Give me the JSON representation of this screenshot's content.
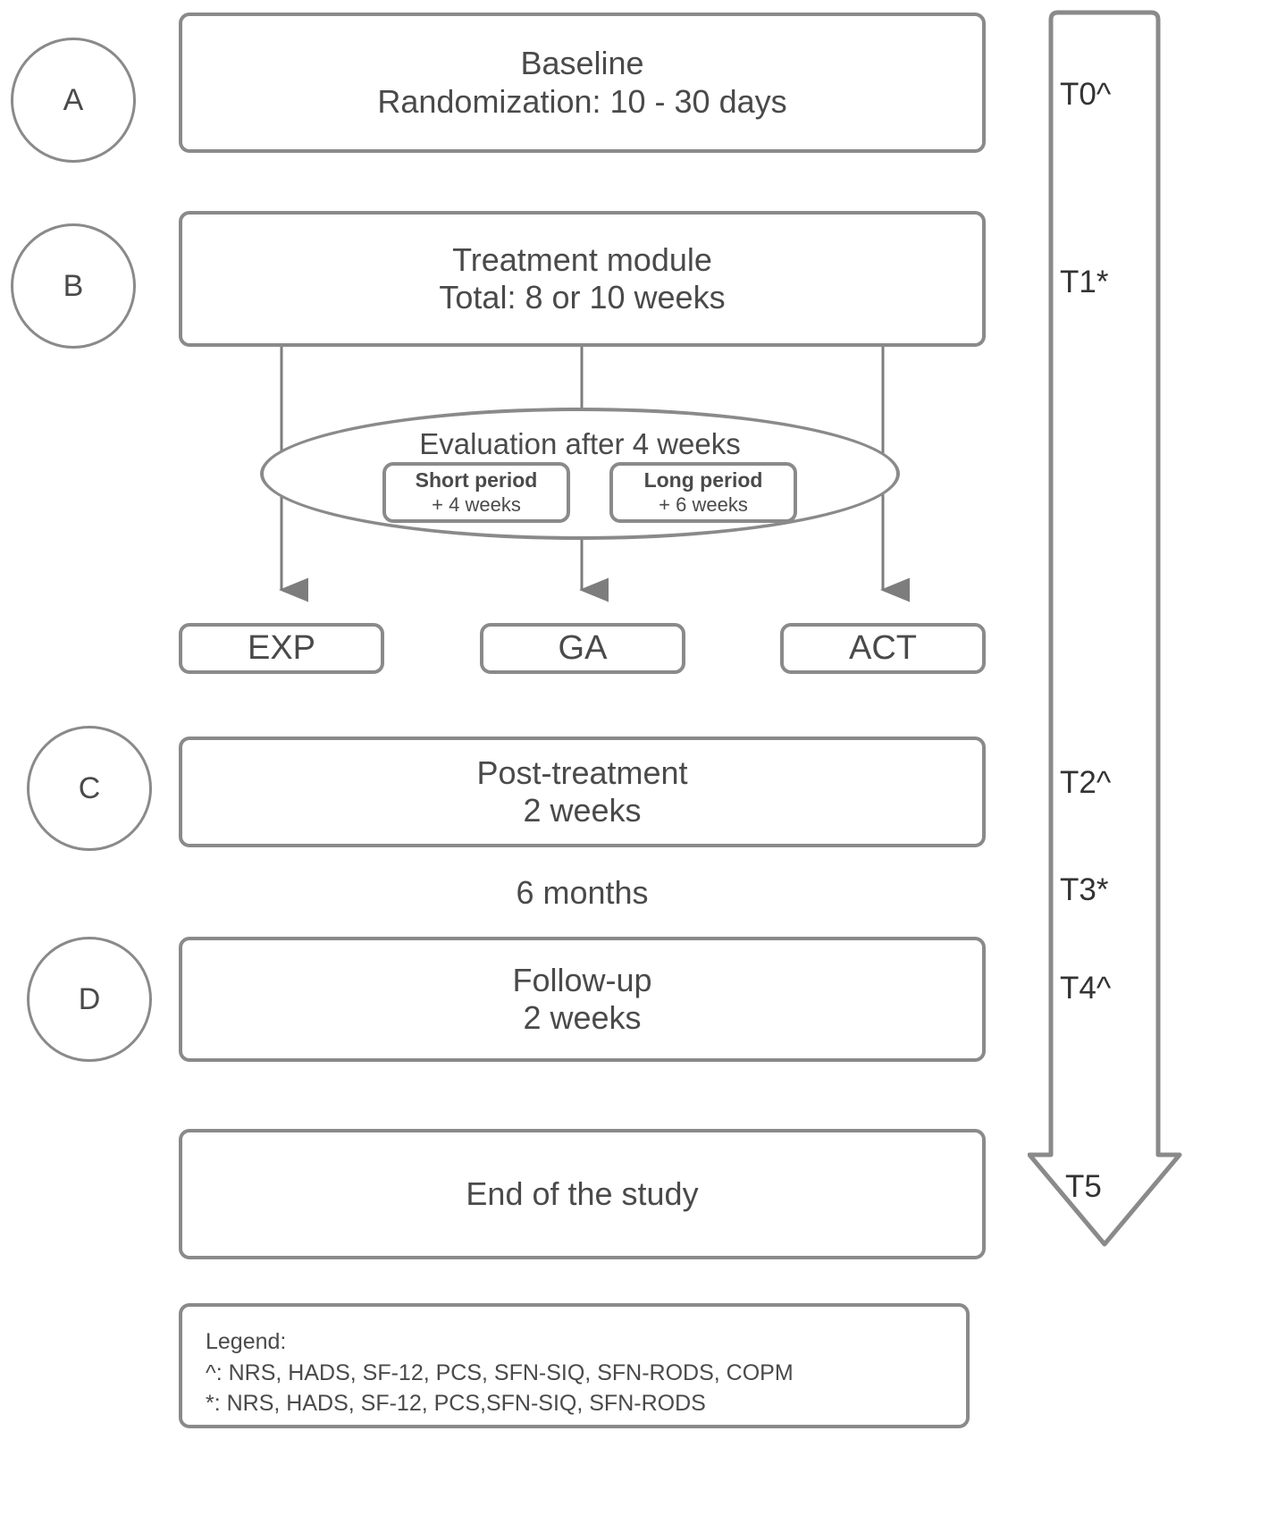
{
  "diagram": {
    "title": "Study flow diagram",
    "stroke_color": "#8a8a8a",
    "text_color": "#4a4a4a"
  },
  "phases": [
    {
      "marker": "A",
      "line1": "Baseline",
      "line2": "Randomization: 10 - 30 days"
    },
    {
      "marker": "B",
      "line1": "Treatment module",
      "line2": "Total: 8 or 10 weeks"
    },
    {
      "marker": "C",
      "line1": "Post-treatment",
      "line2": "2 weeks"
    },
    {
      "marker": "D",
      "line1": "Follow-up",
      "line2": "2 weeks"
    }
  ],
  "evaluation": {
    "title": "Evaluation after 4 weeks",
    "options": [
      {
        "title": "Short period",
        "sub": "+ 4 weeks"
      },
      {
        "title": "Long period",
        "sub": "+ 6 weeks"
      }
    ]
  },
  "arms": [
    {
      "label": "EXP"
    },
    {
      "label": "GA"
    },
    {
      "label": "ACT"
    }
  ],
  "intervals": [
    {
      "label": "6 months"
    }
  ],
  "end_box": {
    "line1": "End of the study"
  },
  "timeline": {
    "points": [
      {
        "label": "T0^"
      },
      {
        "label": "T1*"
      },
      {
        "label": "T2^"
      },
      {
        "label": "T3*"
      },
      {
        "label": "T4^"
      },
      {
        "label": "T5"
      }
    ]
  },
  "legend": {
    "heading": "Legend:",
    "lines": [
      "^: NRS, HADS, SF-12, PCS, SFN-SIQ, SFN-RODS, COPM",
      "*: NRS, HADS, SF-12, PCS,SFN-SIQ, SFN-RODS"
    ]
  }
}
